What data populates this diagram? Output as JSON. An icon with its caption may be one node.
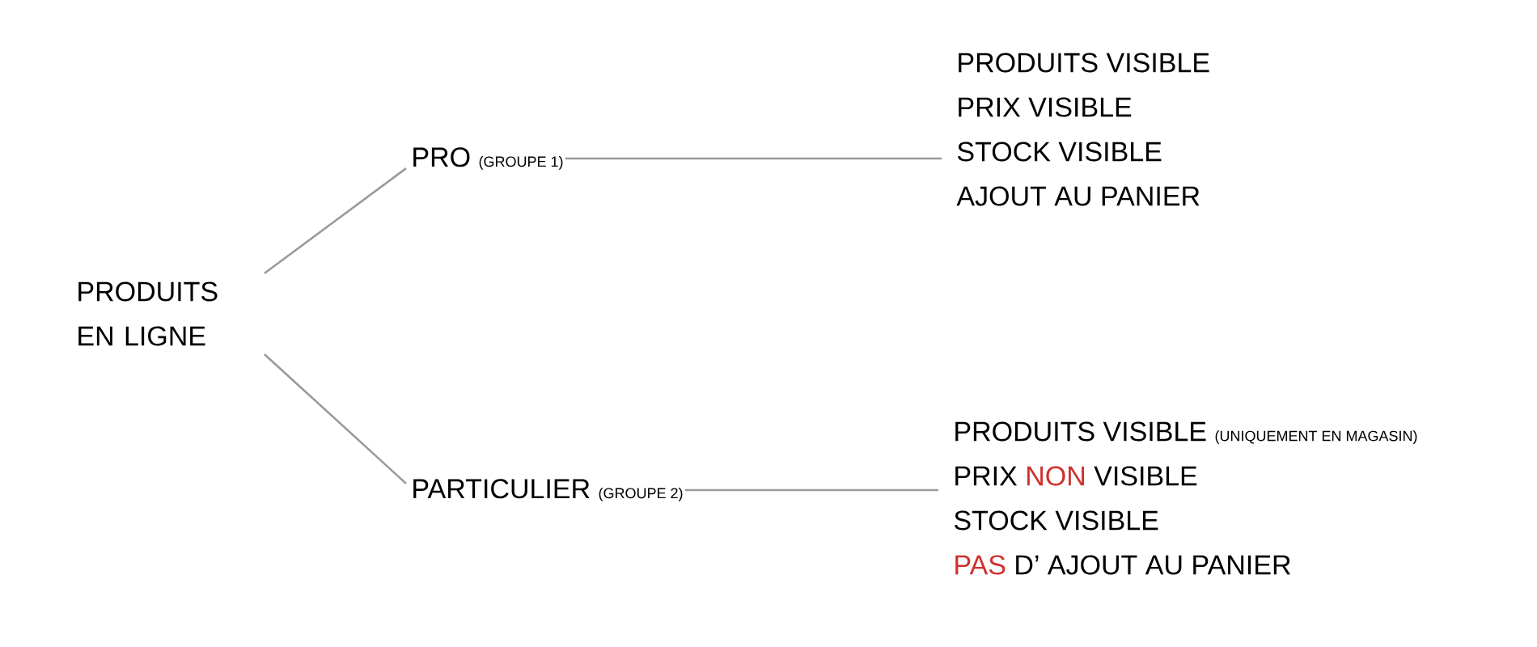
{
  "diagram": {
    "nodes": [
      {
        "text": [
          "PRODUITS EN LIGNE"
        ]
      },
      {
        "text": [
          "PRO",
          "(GROUPE 1)"
        ]
      },
      {
        "text": [
          "PRODUITS VISIBLE",
          "PRIX VISIBLE",
          "STOCK VISIBLE",
          "AJOUT AU PANIER"
        ]
      },
      {
        "text": [
          "PARTICULIER",
          "(GROUPE 2)"
        ]
      },
      {
        "text": [
          "PRODUITS VISIBLE",
          "(UNIQUEMENT EN MAGASIN)",
          "PRIX",
          "NON",
          "VISIBLE",
          "STOCK VISIBLE",
          "PAS",
          "D’ AJOUT AU PANIER"
        ]
      }
    ],
    "edges": [
      {
        "from": 0,
        "to": 1,
        "arrow": "none"
      },
      {
        "from": 0,
        "to": 3,
        "arrow": "none"
      },
      {
        "from": 1,
        "to": 2,
        "arrow": "none"
      },
      {
        "from": 3,
        "to": 4,
        "arrow": "none"
      }
    ]
  }
}
